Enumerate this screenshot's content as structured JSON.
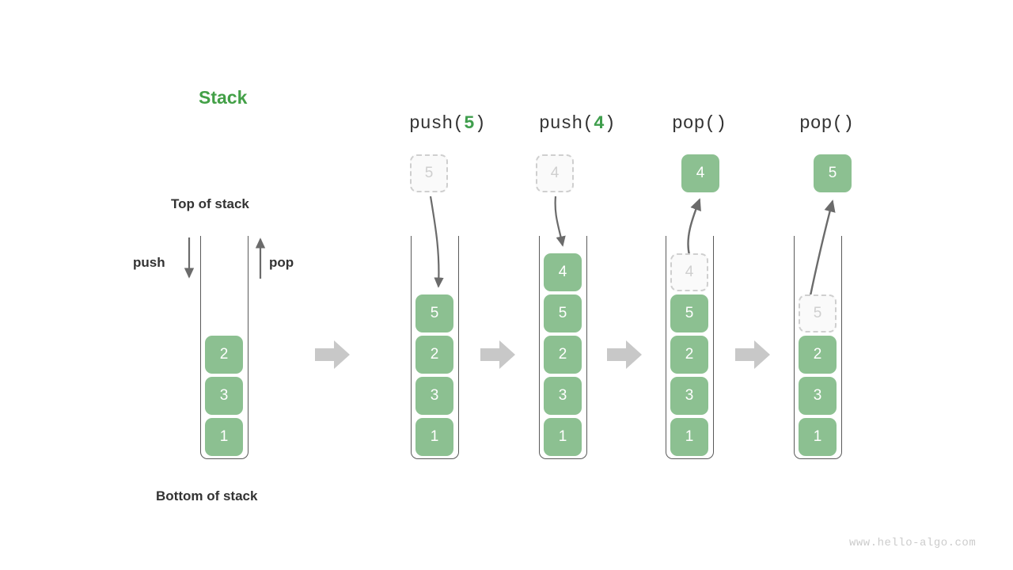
{
  "diagram": {
    "title": "Stack",
    "title_color": "#43a047",
    "box_color": "#8cc091",
    "ghost_color": "#cfcfcf",
    "arrow_color": "#6b6b6b",
    "separator_color": "#c8c8c8",
    "watermark": "www.hello-algo.com"
  },
  "labels": {
    "top_of_stack": "Top of stack",
    "bottom_of_stack": "Bottom of stack",
    "push": "push",
    "pop": "pop"
  },
  "steps": [
    {
      "id": "initial",
      "header": null,
      "header_prefix": null,
      "header_arg": null,
      "header_suffix": null,
      "stack": [
        "2",
        "3",
        "1"
      ],
      "floating_box": null,
      "ghost_in_stack": null,
      "ghost_above": null
    },
    {
      "id": "push-5",
      "header_prefix": "push(",
      "header_arg": "5",
      "header_suffix": ")",
      "stack": [
        "5",
        "2",
        "3",
        "1"
      ],
      "ghost_above": "5",
      "ghost_in_stack": null,
      "floating_box": null,
      "arrow_direction": "down"
    },
    {
      "id": "push-4",
      "header_prefix": "push(",
      "header_arg": "4",
      "header_suffix": ")",
      "stack": [
        "4",
        "5",
        "2",
        "3",
        "1"
      ],
      "ghost_above": "4",
      "ghost_in_stack": null,
      "floating_box": null,
      "arrow_direction": "down"
    },
    {
      "id": "pop-1",
      "header_prefix": "pop(",
      "header_arg": "",
      "header_suffix": ")",
      "stack": [
        "5",
        "2",
        "3",
        "1"
      ],
      "ghost_above": null,
      "ghost_in_stack": "4",
      "floating_box": "4",
      "arrow_direction": "up"
    },
    {
      "id": "pop-2",
      "header_prefix": "pop(",
      "header_arg": "",
      "header_suffix": ")",
      "stack": [
        "2",
        "3",
        "1"
      ],
      "ghost_above": null,
      "ghost_in_stack": "5",
      "floating_box": "5",
      "arrow_direction": "up"
    }
  ],
  "headers": {
    "step1": {
      "prefix": "push(",
      "arg": "5",
      "suffix": ")"
    },
    "step2": {
      "prefix": "push(",
      "arg": "4",
      "suffix": ")"
    },
    "step3": {
      "prefix": "pop(",
      "arg": "",
      "suffix": ")"
    },
    "step4": {
      "prefix": "pop(",
      "arg": "",
      "suffix": ")"
    }
  },
  "stack0": {
    "v0": "2",
    "v1": "3",
    "v2": "1"
  },
  "stack1": {
    "ghost": "5",
    "v0": "5",
    "v1": "2",
    "v2": "3",
    "v3": "1"
  },
  "stack2": {
    "ghost": "4",
    "v0": "4",
    "v1": "5",
    "v2": "2",
    "v3": "3",
    "v4": "1"
  },
  "stack3": {
    "popped": "4",
    "ghost": "4",
    "v0": "5",
    "v1": "2",
    "v2": "3",
    "v3": "1"
  },
  "stack4": {
    "popped": "5",
    "ghost": "5",
    "v0": "2",
    "v1": "3",
    "v2": "1"
  }
}
